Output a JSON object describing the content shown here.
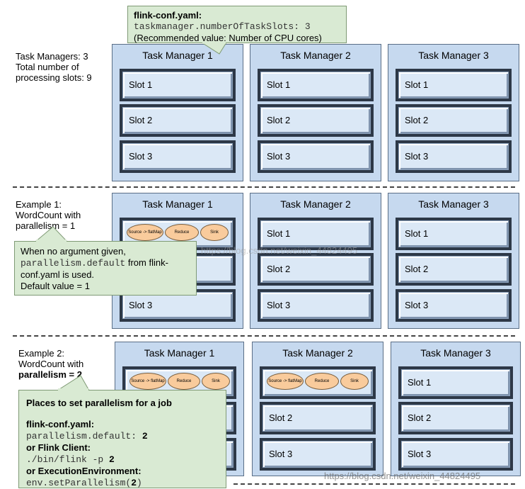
{
  "top_callout": {
    "title": "flink-conf.yaml:",
    "code": "taskmanager.numberOfTaskSlots: 3",
    "note": "(Recommended value: Number of CPU cores)"
  },
  "section1": {
    "label_line1": "Task Managers: 3",
    "label_line2": "Total number of",
    "label_line3": "processing slots: 9"
  },
  "section2": {
    "label_line1": "Example 1:",
    "label_line2": "WordCount with",
    "label_line3": "parallelism = 1",
    "note_line1": "When no argument given,",
    "note_code": "parallelism.default",
    "note_line2_rest": " from flink-",
    "note_line3": "conf.yaml is used.",
    "note_line4": "Default value = 1"
  },
  "section3": {
    "label_line1": "Example 2:",
    "label_line2": "WordCount with",
    "label_line3": "parallelism = 2",
    "note_title": "Places to set parallelism for a job",
    "conf_title": "flink-conf.yaml:",
    "conf_code": "parallelism.default: ",
    "conf_value": "2",
    "client_title": "or Flink Client:",
    "client_code": "./bin/flink -p ",
    "client_value": "2",
    "env_title": "or ExecutionEnvironment:",
    "env_code_a": "env.setParallelism(",
    "env_value": "2",
    "env_code_b": ")"
  },
  "task_managers": [
    "Task Manager 1",
    "Task Manager 2",
    "Task Manager 3"
  ],
  "slots": [
    "Slot 1",
    "Slot 2",
    "Slot 3"
  ],
  "operators": {
    "source": "Source -> flatMap",
    "reduce": "Reduce",
    "sink": "Sink"
  },
  "watermarks": {
    "middle": "https://blog.csdn.net/weixin_44824495",
    "bottom": "https://blog.csdn.net/weixin_44824495"
  },
  "colors": {
    "task_manager_bg": "#c6d9ef",
    "slot_frame": "#2d3847",
    "note_bg": "#d9ead3",
    "operator_fill": "#f9cb9c"
  }
}
